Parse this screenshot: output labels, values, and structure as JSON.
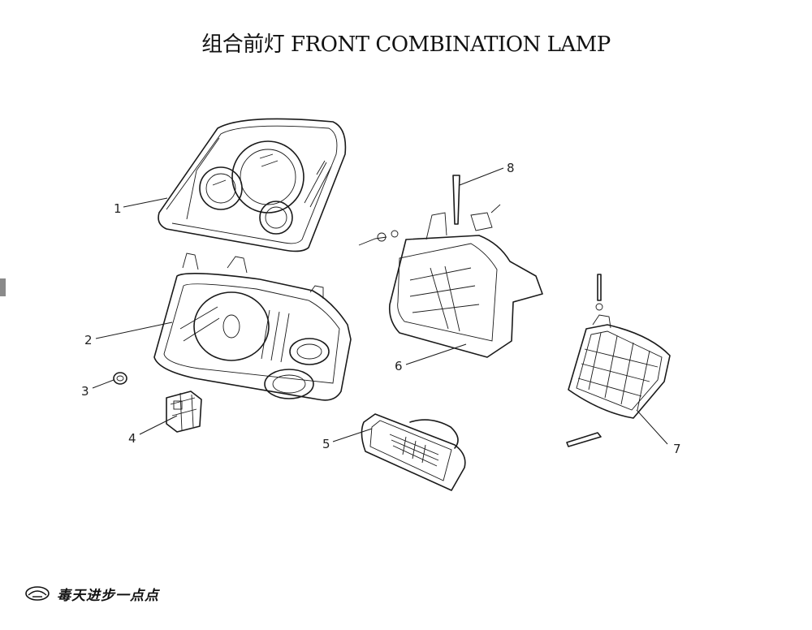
{
  "header": {
    "title": "组合前灯  FRONT COMBINATION LAMP"
  },
  "footer": {
    "slogan": "毒天进步一点点",
    "logo_icon": "car-logo-icon"
  },
  "callouts": [
    {
      "number": "1",
      "part": "headlamp-assembly-outer"
    },
    {
      "number": "2",
      "part": "headlamp-housing"
    },
    {
      "number": "3",
      "part": "grommet"
    },
    {
      "number": "4",
      "part": "bulb-socket"
    },
    {
      "number": "5",
      "part": "side-marker-lamp"
    },
    {
      "number": "6",
      "part": "headlamp-rh-assembly"
    },
    {
      "number": "7",
      "part": "corner-lamp"
    },
    {
      "number": "8",
      "part": "adjusting-bolt"
    }
  ]
}
